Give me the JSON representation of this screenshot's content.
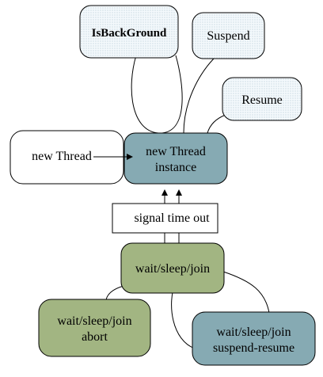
{
  "nodes": {
    "isbackground": "IsBackGround",
    "suspend": "Suspend",
    "resume": "Resume",
    "new_thread": "new Thread",
    "instance_line1": "new Thread",
    "instance_line2": "instance",
    "signal": "signal time out",
    "wait": "wait/sleep/join",
    "abort_line1": "wait/sleep/join",
    "abort_line2": "abort",
    "suspend_resume_line1": "wait/sleep/join",
    "suspend_resume_line2": "suspend-resume"
  },
  "colors": {
    "dotted_fill": "#eef5fa",
    "teal_fill": "#86aab3",
    "olive_fill": "#a2b582",
    "white_fill": "#ffffff",
    "stroke": "#000000"
  }
}
